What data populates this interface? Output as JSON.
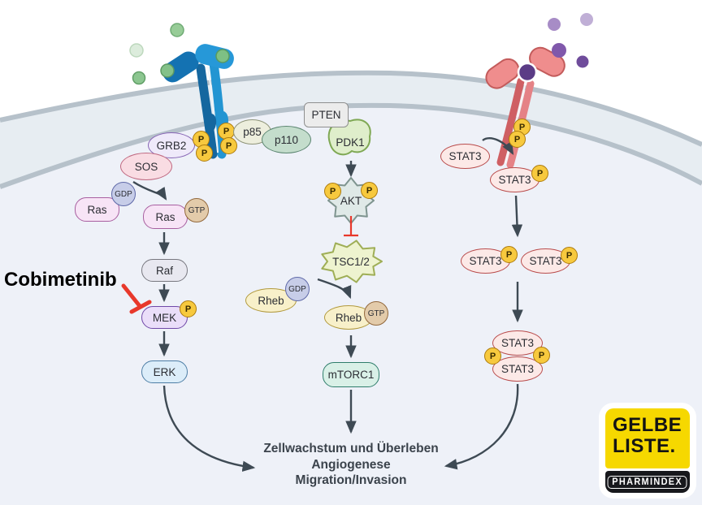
{
  "diagram": {
    "inhibitor_label": "Cobimetinib",
    "badges": {
      "phospho": "P",
      "gdp": "GDP",
      "gtp": "GTP"
    },
    "nodes": {
      "grb2": "GRB2",
      "sos": "SOS",
      "ras": "Ras",
      "raf": "Raf",
      "mek": "MEK",
      "erk": "ERK",
      "p85": "p85",
      "p110": "p110",
      "pten": "PTEN",
      "pdk1": "PDK1",
      "akt": "AKT",
      "tsc12": "TSC1/2",
      "rheb": "Rheb",
      "mtorc1": "mTORC1",
      "stat3": "STAT3"
    },
    "outcomes": [
      "Zellwachstum und Überleben",
      "Angiogenese",
      "Migration/Invasion"
    ],
    "logo": {
      "line1": "GELBE",
      "line2": "LISTE.",
      "subtitle": "PHARMINDEX"
    },
    "colors": {
      "inhibition_red": "#e8382b",
      "phospho_yellow": "#f7c93e",
      "membrane_gray": "#b6c1ca",
      "cell_interior": "#eef1f8"
    }
  }
}
